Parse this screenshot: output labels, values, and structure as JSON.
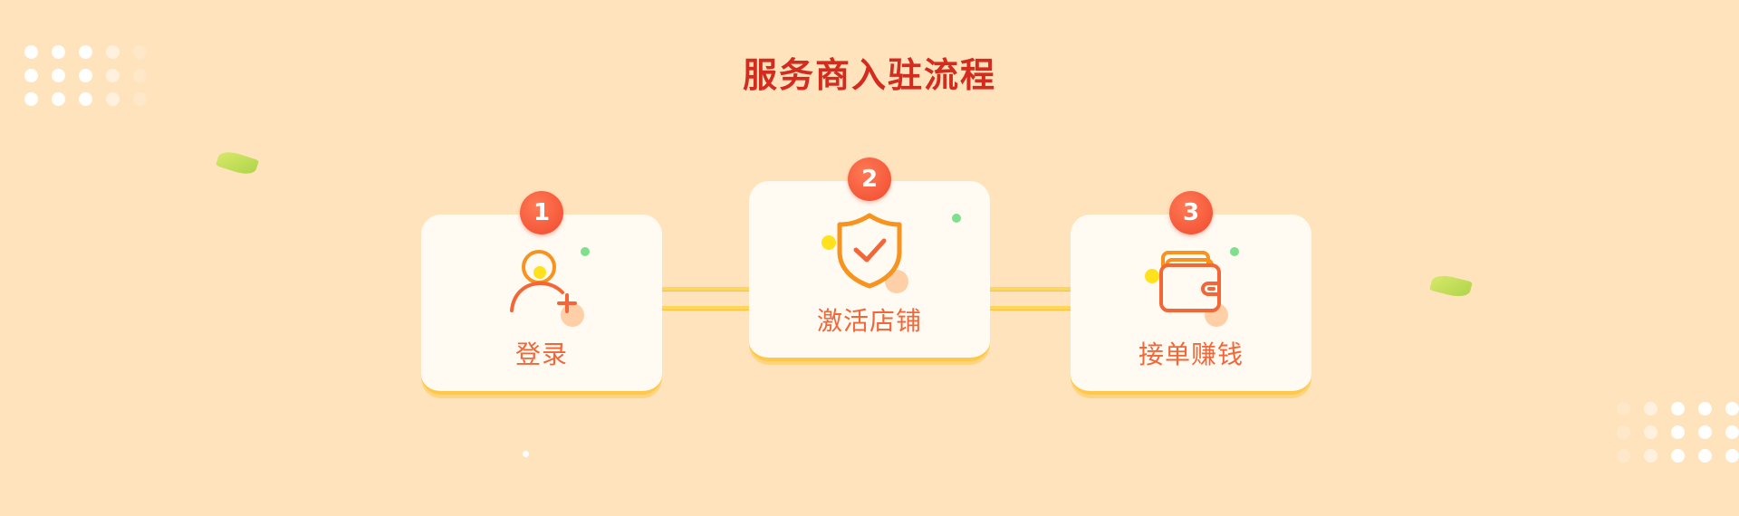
{
  "title": "服务商入驻流程",
  "steps": [
    {
      "number": "1",
      "label": "登录",
      "icon": "user-add-icon"
    },
    {
      "number": "2",
      "label": "激活店铺",
      "icon": "shield-check-icon"
    },
    {
      "number": "3",
      "label": "接单赚钱",
      "icon": "wallet-icon"
    }
  ],
  "colors": {
    "background": "#ffe3bd",
    "title": "#d42b1f",
    "accent": "#f26638",
    "badge": "#f04a2e",
    "card": "#fffaf2",
    "connector": "#ffd55a"
  }
}
